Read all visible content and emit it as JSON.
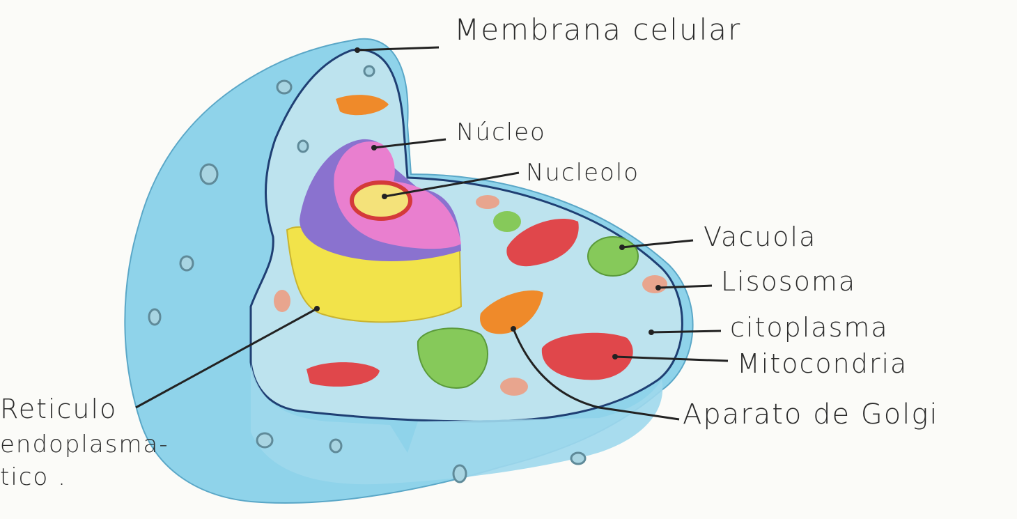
{
  "labels": {
    "membrana": "Membrana celular",
    "nucleo": "Núcleo",
    "nucleolo": "Nucleolo",
    "vacuola": "Vacuola",
    "lisosoma": "Lisosoma",
    "citoplasma": "citoplasma",
    "mitocondria": "Mitocondria",
    "golgi": "Aparato de Golgi",
    "reticulo_1": "Reticulo",
    "reticulo_2": "endoplasma-",
    "reticulo_3": "tico ."
  },
  "colors": {
    "cytoplasm_outer": "#8fd3ea",
    "cytoplasm_inner": "#bde3ee",
    "membrane_line": "#1f3f73",
    "nucleus_pink": "#e97fcf",
    "nucleus_purple": "#8a72cf",
    "reticulum_yellow": "#f2e34a",
    "nucleolus_yellow": "#f4e27a",
    "nucleolus_ring": "#d43a3a",
    "mitochondria_red": "#e0474b",
    "vacuole_green": "#86c95a",
    "golgi_orange": "#ef8a2a",
    "lysosome_salmon": "#e8a58e"
  }
}
